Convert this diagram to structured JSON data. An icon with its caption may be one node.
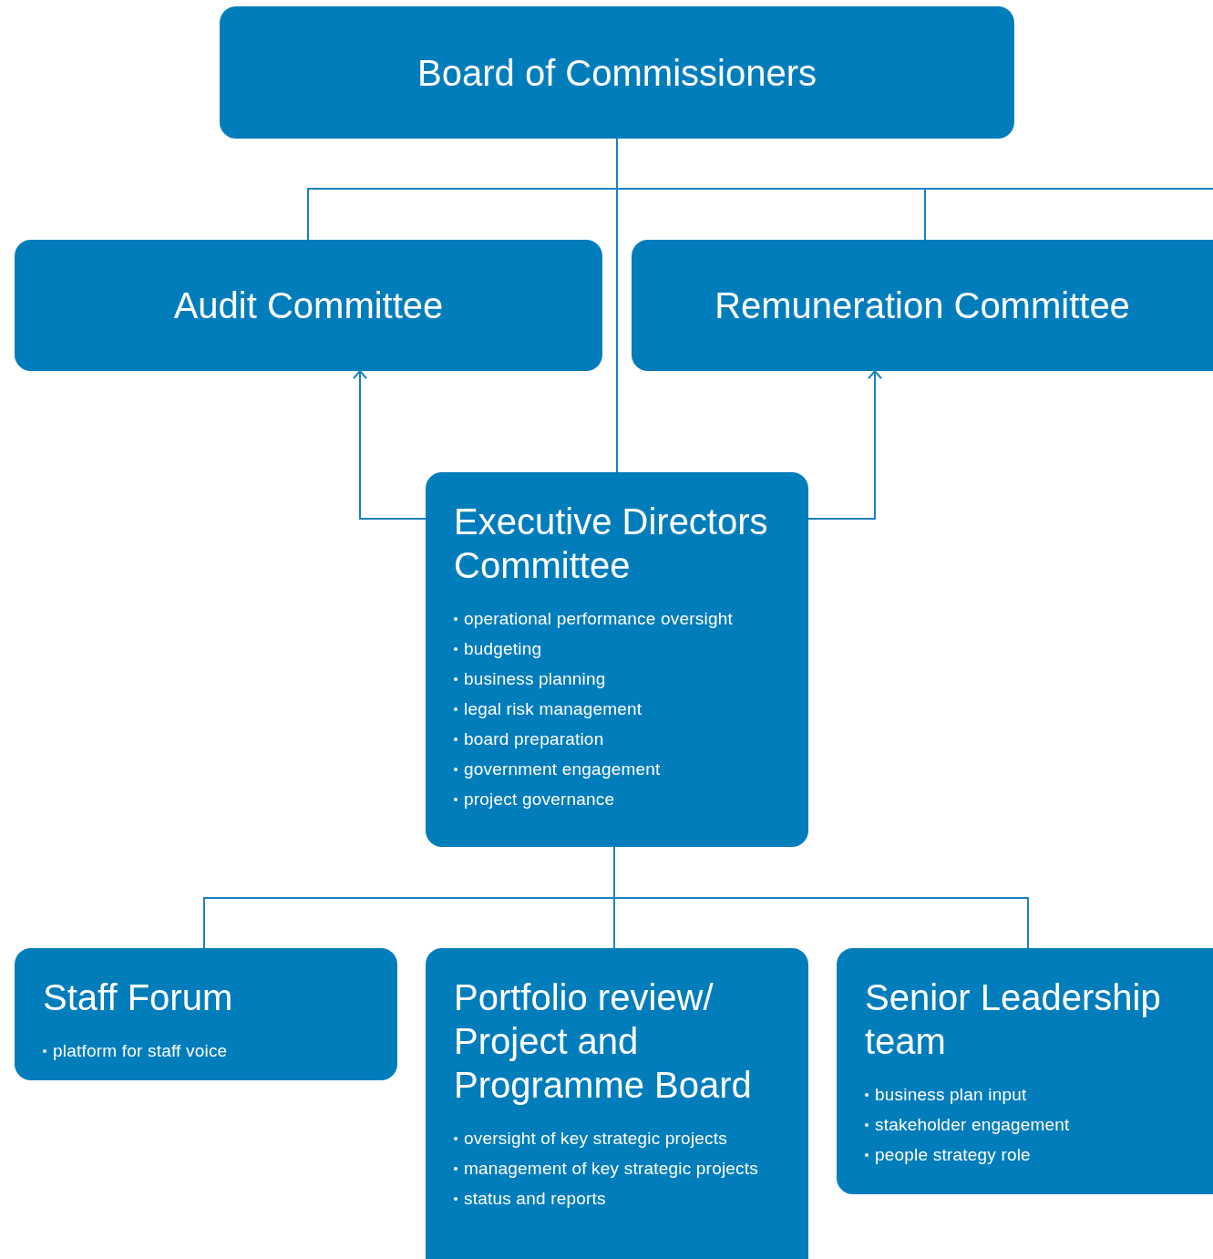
{
  "diagram": {
    "nodes": [
      {
        "text": [
          "Board of Commissioners"
        ]
      },
      {
        "text": [
          "Audit Committee"
        ]
      },
      {
        "text": [
          "Remuneration Committee"
        ]
      },
      {
        "text": [
          "Executive Directors Committee",
          "operational performance oversight",
          "budgeting",
          "business planning",
          "legal risk management",
          "board preparation",
          "government engagement",
          "project governance"
        ]
      },
      {
        "text": [
          "Staff Forum",
          "platform for staff voice"
        ]
      },
      {
        "text": [
          "Portfolio review/ Project and Programme Board",
          "oversight of key strategic projects",
          "management of key strategic projects",
          "status and reports"
        ]
      },
      {
        "text": [
          "Senior Leadership team",
          "business plan input",
          "stakeholder engagement",
          "people strategy role"
        ]
      }
    ],
    "edges": [
      {
        "from": 0,
        "to": 1,
        "arrow": "none"
      },
      {
        "from": 0,
        "to": 2,
        "arrow": "none"
      },
      {
        "from": 0,
        "to": 3,
        "arrow": "none"
      },
      {
        "from": 0,
        "to": null,
        "arrow": "none"
      },
      {
        "from": 3,
        "to": 1,
        "arrow": "to"
      },
      {
        "from": 3,
        "to": 2,
        "arrow": "to"
      },
      {
        "from": 3,
        "to": 4,
        "arrow": "none"
      },
      {
        "from": 3,
        "to": 5,
        "arrow": "none"
      },
      {
        "from": 3,
        "to": 6,
        "arrow": "none"
      }
    ]
  }
}
